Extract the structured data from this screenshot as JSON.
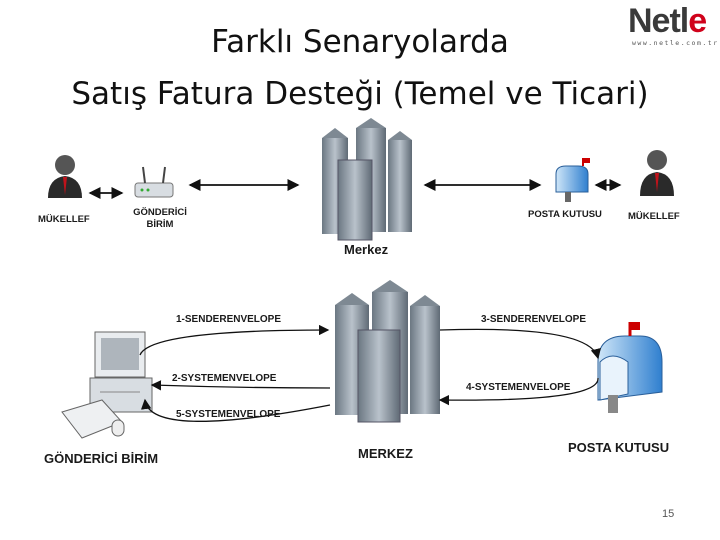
{
  "title": {
    "line1": "Farklı Senaryolarda",
    "line2": "Satış Fatura Desteği (Temel ve Ticari)"
  },
  "logo": {
    "text_main": "Netl",
    "text_accent": "e",
    "url": "www.netle.com.tr"
  },
  "top_diagram": {
    "left_person_label": "MÜKELLEF",
    "router_label_line1": "GÖNDERİCİ",
    "router_label_line2": "BİRİM",
    "center_label": "Merkez",
    "mailbox_label": "POSTA KUTUSU",
    "right_person_label": "MÜKELLEF"
  },
  "bottom_diagram": {
    "arrow1": "1-SENDERENVELOPE",
    "arrow2": "2-SYSTEMENVELOPE",
    "arrow5": "5-SYSTEMENVELOPE",
    "arrow3": "3-SENDERENVELOPE",
    "arrow4": "4-SYSTEMENVELOPE",
    "sender_label": "GÖNDERİCİ BİRİM",
    "center_label": "MERKEZ",
    "mailbox_label": "POSTA KUTUSU"
  },
  "page_number": "15",
  "colors": {
    "accent": "#d0021b",
    "building": "#8a96a3",
    "mailbox": "#3a8fd8"
  }
}
